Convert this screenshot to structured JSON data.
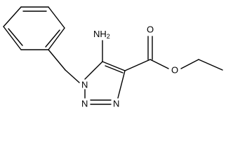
{
  "structure": {
    "atoms": {
      "nh2": {
        "main": "NH",
        "sub": "2"
      },
      "n1": "N",
      "n2": "N",
      "n3": "N",
      "o_carbonyl": "O",
      "o_ester": "O"
    }
  },
  "colors": {
    "bond": "#000000",
    "background": "#ffffff"
  }
}
